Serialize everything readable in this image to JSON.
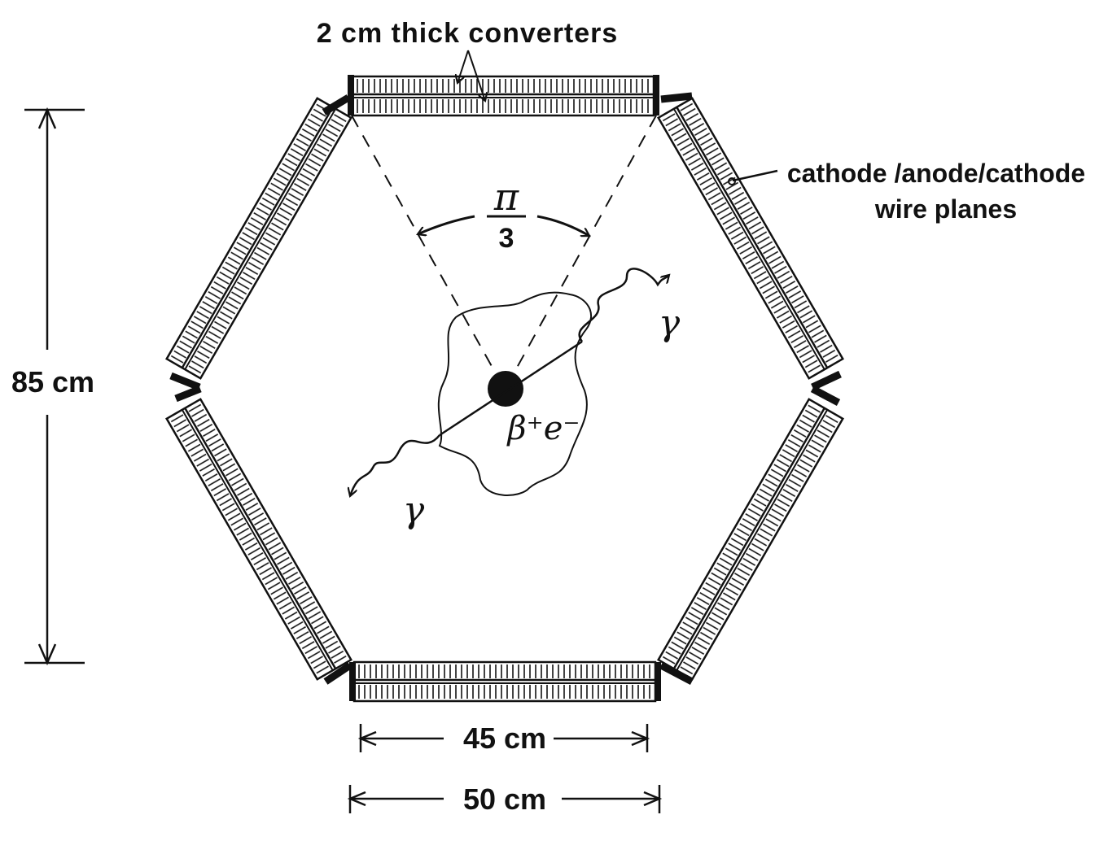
{
  "labels": {
    "converters": "2 cm thick converters",
    "wire_planes_line1": "cathode /anode/cathode",
    "wire_planes_line2": "wire planes",
    "height": "85 cm",
    "inner_width": "45 cm",
    "outer_width": "50 cm",
    "angle_numerator": "π",
    "angle_denominator": "3",
    "gamma": "γ",
    "source": "β⁺e⁻"
  },
  "colors": {
    "ink": "#111111",
    "paper": "#ffffff"
  }
}
